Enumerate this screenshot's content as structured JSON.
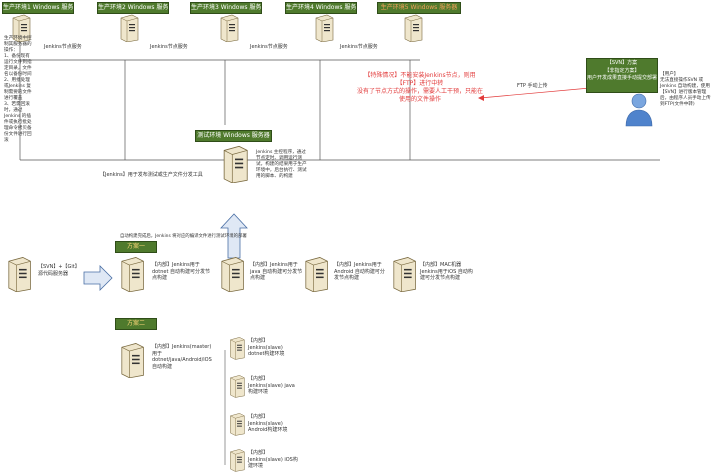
{
  "prod_boxes": [
    {
      "label": "生产环境1 Windows 服务器",
      "orange": false
    },
    {
      "label": "生产环境2 Windows 服务器",
      "orange": false
    },
    {
      "label": "生产环境3 Windows 服务器",
      "orange": false
    },
    {
      "label": "生产环境4 Windows 服务器",
      "orange": false
    },
    {
      "label": "生产环境5 Windows 服务器",
      "orange": true
    }
  ],
  "jenkins_node_label": "Jenkins节点服务",
  "left_notes": "生产环境中控制其服务器的操作：\n1、备份现有运行文件到指定目录，文件名以备份时间\n2、用批处理或Jenkins 复制需要的文件进行覆盖\n3、若需回滚时，通过Jenkins 的插件或执行批处理命令拷贝备份文件进行回滚",
  "red_note": "【特殊情况】不能安装Jenkins节点，则用【FTP】进行中转\n没有了节点方式的操作，需要人工干预，只能在使用的文件操作",
  "test_box_label": "测试环境 Windows 服务器",
  "test_server_note": "Jenkins 主控程序，通过节点定时、调用运行测试，构建的结果用于生产环境中，后台执行、测试用的脚本、的构建",
  "distribution_note": "【Jenkins】用于发布测试或生产文件分发工具",
  "user_panel_title": "【SVN】方案\n【非指定方案】\n用户开发成果直接手动提交部署",
  "user_note": "【用户】\n无法直接操作SVN 或 Jenkins 自动构建，使用【SVN】进行版本管理后，由程序人员手动上传到FTP(文件中转)",
  "ftp_label": "FTP 手动上传",
  "mid_note": "自动构建完成后，Jenkins 将对应的编译文件进行测试环境的部署",
  "plan1_label": "方案一",
  "plan2_label": "方案二",
  "plan1_servers": [
    {
      "text": "【SVN】+【Git】源代码服务器"
    },
    {
      "text": "【内部】Jenkins用于dotnet 自动构建可分发节点构建"
    },
    {
      "text": "【内部】Jenkins用于java 自动构建可分发节点构建"
    },
    {
      "text": "【内部】Jenkins用于Android 自动构建可分发节点构建"
    },
    {
      "text": "【内部】MAC机器Jenkins用于iOS 自动构建可分发节点构建"
    }
  ],
  "plan2_master": "【内部】Jenkins(master) 用于dotnet/java/Android/iOS 自动构建",
  "plan2_slaves": [
    {
      "text": "【内部】Jenkins(slave) dotnet构建环境"
    },
    {
      "text": "【内部】Jenkins(slave) java构建环境"
    },
    {
      "text": "【内部】Jenkins(slave) Android构建环境"
    },
    {
      "text": "【内部】Jenkins(slave) iOS构建环境"
    }
  ]
}
